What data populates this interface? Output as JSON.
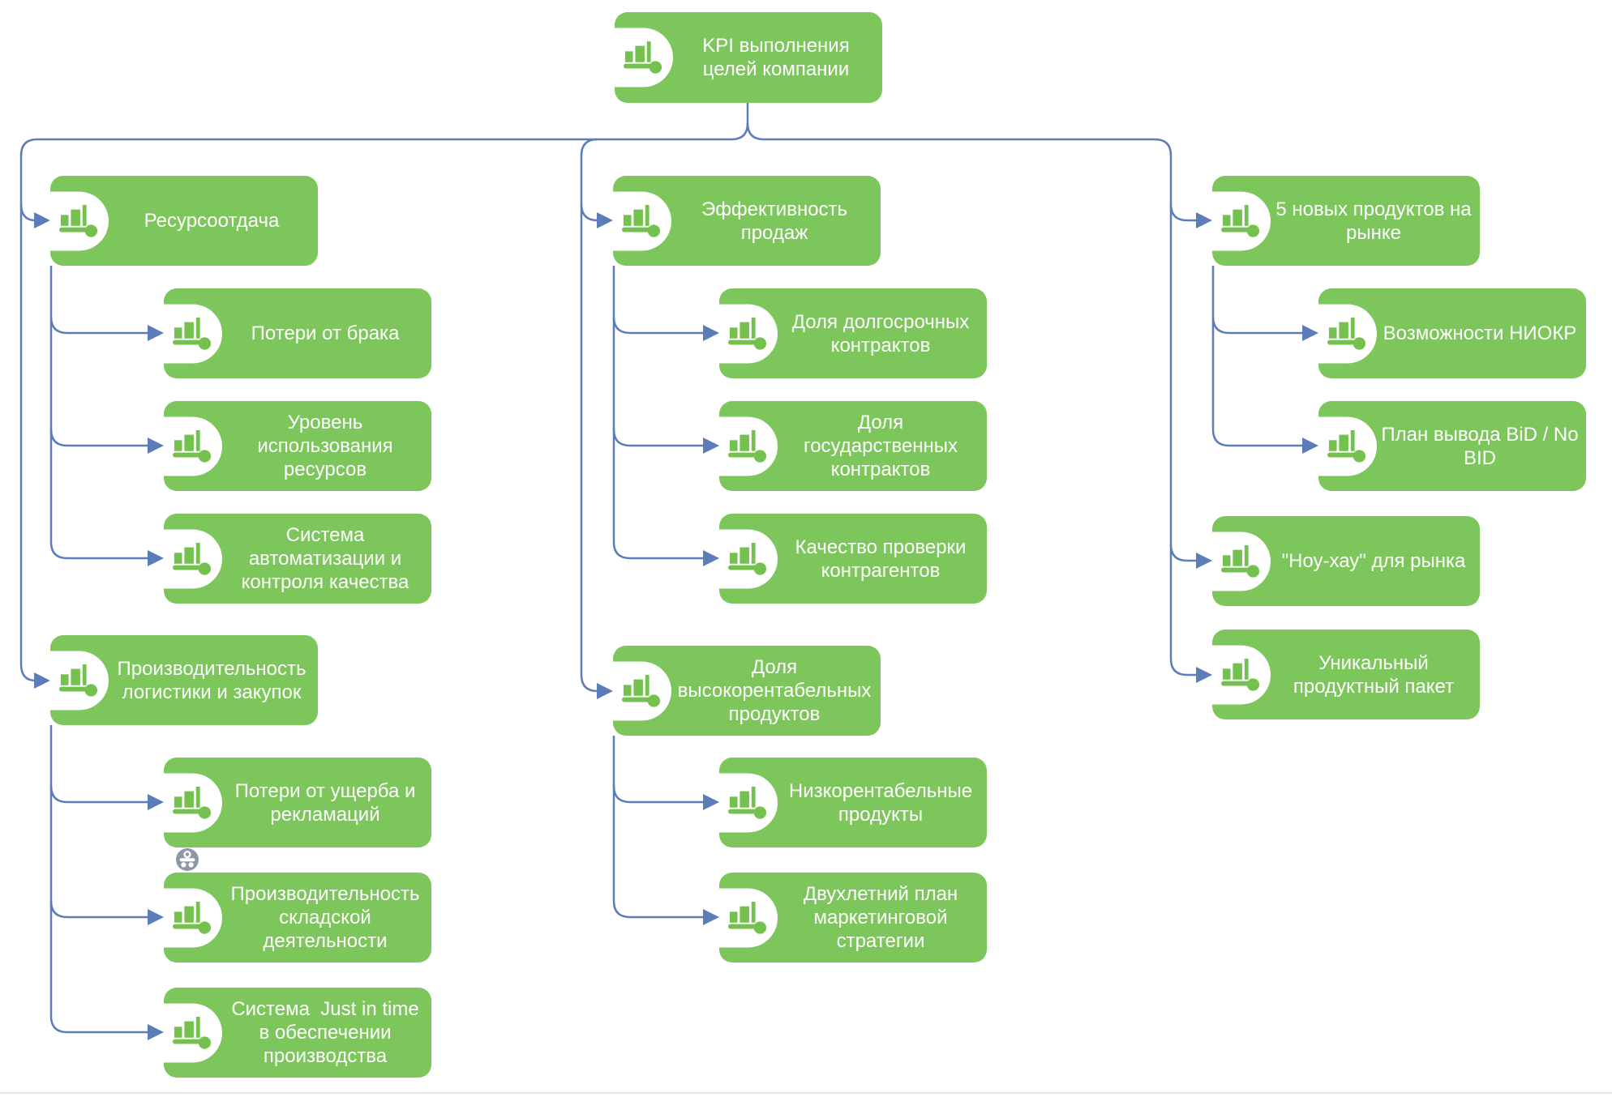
{
  "colors": {
    "node_fill": "#7dc65c",
    "node_text": "#ffffff",
    "icon_green": "#74c14f",
    "connector": "#5d7db9",
    "badge_fill": "#8b99a7",
    "divider": "#e3e3e8",
    "background": "#ffffff"
  },
  "icons": {
    "node_icon": "bar-chart-icon",
    "badge_icon": "org-chart-badge-icon"
  },
  "tree": {
    "root": {
      "label": "KPI выполнения\nцелей компании"
    },
    "branches": [
      {
        "label": "Ресурсоотдача",
        "children": [
          {
            "label": "Потери от брака"
          },
          {
            "label": "Уровень\nиспользования\nресурсов"
          },
          {
            "label": "Система\nавтоматизации и\nконтроля качества"
          }
        ]
      },
      {
        "label": "Производительность\nлогистики и закупок",
        "children": [
          {
            "label": "Потери от ущерба и\nрекламаций"
          },
          {
            "label": "Производительность\nскладской\nдеятельности"
          },
          {
            "label": "Система  Just in time\nв обеспечении\nпроизводства"
          }
        ]
      },
      {
        "label": "Эффективность\nпродаж",
        "children": [
          {
            "label": "Доля долгосрочных\nконтрактов"
          },
          {
            "label": "Доля\nгосударственных\nконтрактов"
          },
          {
            "label": "Качество проверки\nконтрагентов"
          }
        ]
      },
      {
        "label": "Доля\nвысокорентабельных\nпродуктов",
        "children": [
          {
            "label": "Низкорентабельные\nпродукты"
          },
          {
            "label": "Двухлетний план\nмаркетинговой\nстратегии"
          }
        ]
      },
      {
        "label": "5 новых продуктов на\nрынке",
        "children": [
          {
            "label": "Возможности НИОКР"
          },
          {
            "label": "План вывода BiD / No\nBID"
          }
        ]
      },
      {
        "label": "\"Ноу-хау\" для рынка",
        "children": []
      },
      {
        "label": "Уникальный\nпродуктный пакет",
        "children": []
      }
    ]
  }
}
